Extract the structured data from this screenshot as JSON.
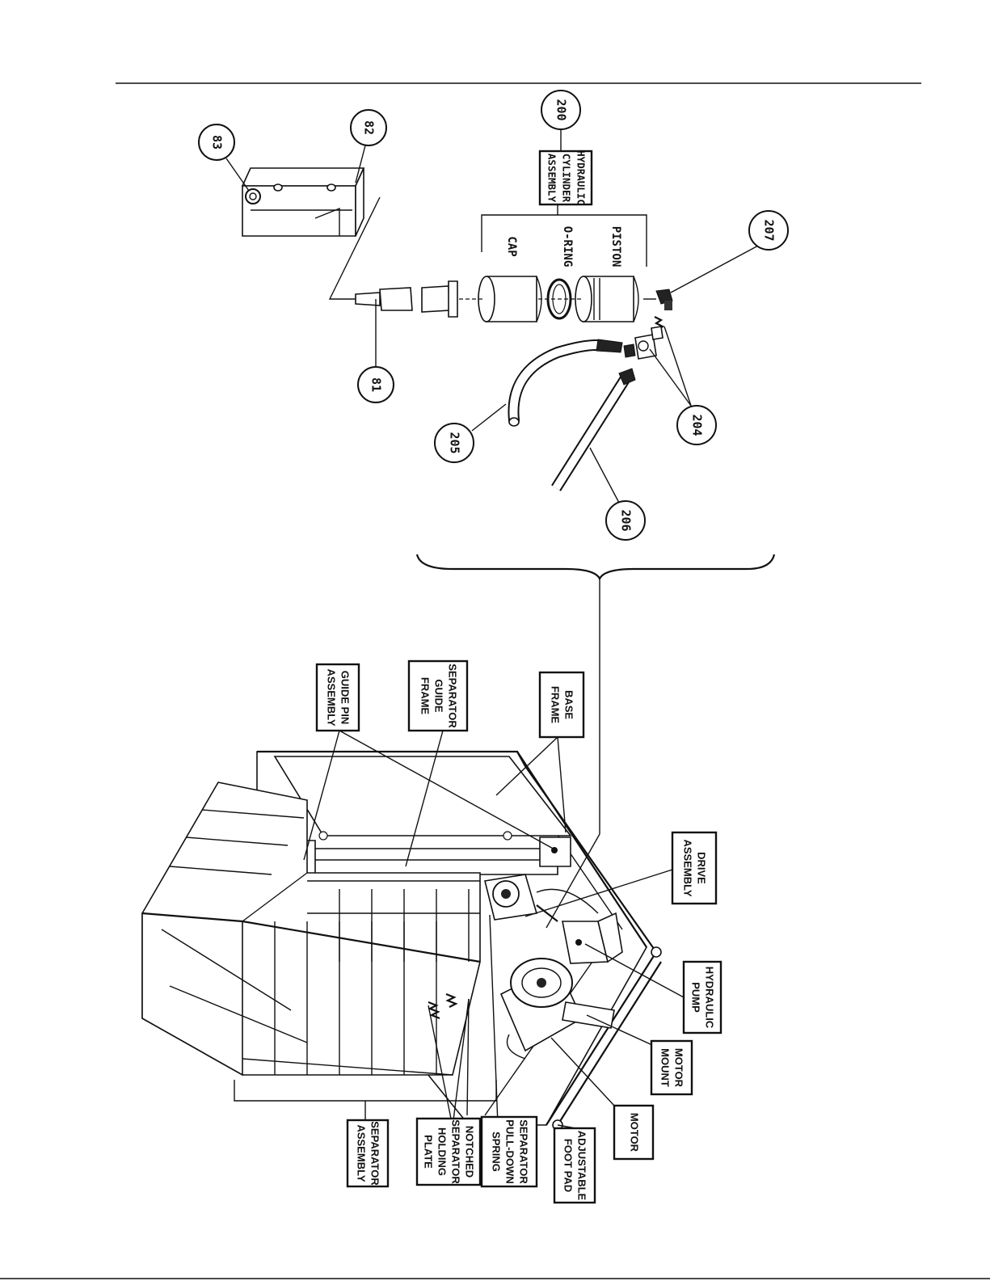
{
  "callouts": {
    "c83": "83",
    "c82": "82",
    "c81": "81",
    "c200": "200",
    "c205": "205",
    "c204": "204",
    "c206": "206",
    "c207": "207"
  },
  "hydraulic_cylinder": {
    "line1": "HYDRAULIC",
    "line2": "CYLINDER",
    "line3": "ASSEMBLY"
  },
  "cylinder_parts": {
    "cap": "CAP",
    "oring": "O-RING",
    "piston": "PISTON"
  },
  "labels": {
    "guide_pin_1": "GUIDE PIN",
    "guide_pin_2": "ASSEMBLY",
    "sep_guide_1": "SEPARATOR",
    "sep_guide_2": "GUIDE",
    "sep_guide_3": "FRAME",
    "base_1": "BASE",
    "base_2": "FRAME",
    "drive_1": "DRIVE",
    "drive_2": "ASSEMBLY",
    "pump_1": "HYDRAULIC",
    "pump_2": "PUMP",
    "mount_1": "MOTOR",
    "mount_2": "MOUNT",
    "motor": "MOTOR",
    "foot_1": "ADJUSTABLE",
    "foot_2": "FOOT PAD",
    "spring_1": "SEPARATOR",
    "spring_2": "PULL-DOWN",
    "spring_3": "SPRING",
    "notched_1": "NOTCHED",
    "notched_2": "SEPARATOR",
    "notched_3": "HOLDING",
    "notched_4": "PLATE",
    "sep_assy_1": "SEPARATOR",
    "sep_assy_2": "ASSEMBLY"
  }
}
